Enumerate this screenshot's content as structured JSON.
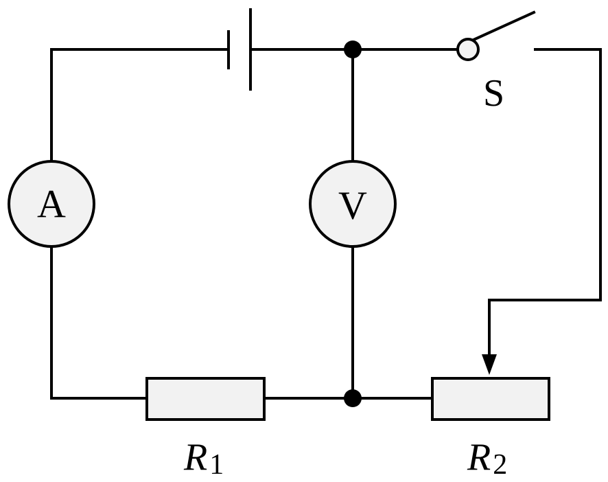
{
  "diagram": {
    "ammeter": {
      "label": "A"
    },
    "voltmeter": {
      "label": "V"
    },
    "switch": {
      "label": "S"
    },
    "resistor_1": {
      "symbol": "R",
      "subscript": "1"
    },
    "resistor_2": {
      "symbol": "R",
      "subscript": "2"
    }
  },
  "colors": {
    "stroke": "#000000",
    "component_fill": "#f2f2f2",
    "background": "#ffffff"
  }
}
